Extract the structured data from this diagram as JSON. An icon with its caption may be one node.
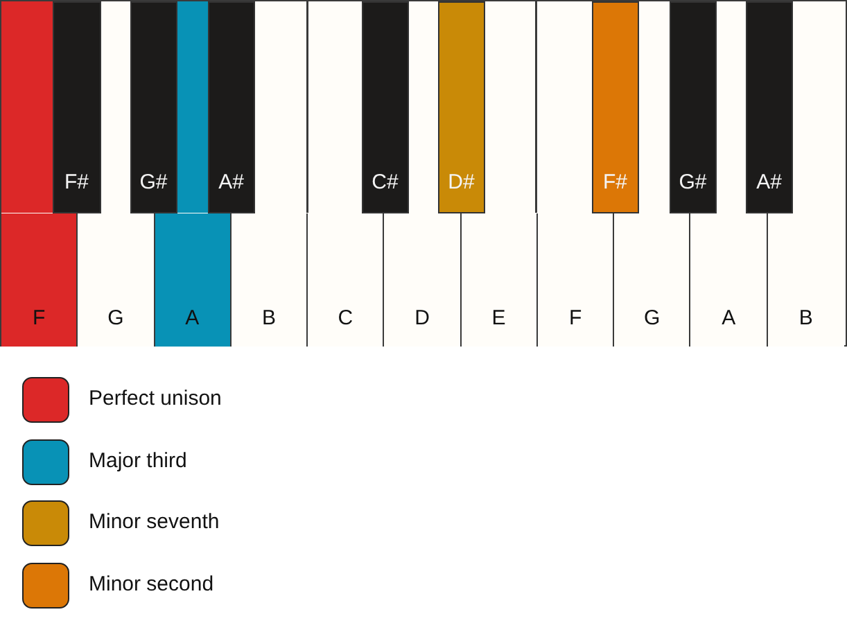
{
  "diagram": {
    "nodes": [
      {
        "text": [
          "F"
        ]
      },
      {
        "text": [
          "F#"
        ]
      },
      {
        "text": [
          "G"
        ]
      },
      {
        "text": [
          "G#"
        ]
      },
      {
        "text": [
          "A"
        ]
      },
      {
        "text": [
          "A#"
        ]
      },
      {
        "text": [
          "B"
        ]
      },
      {
        "text": [
          "C"
        ]
      },
      {
        "text": [
          "C#"
        ]
      },
      {
        "text": [
          "D"
        ]
      },
      {
        "text": [
          "D#"
        ]
      },
      {
        "text": [
          "E"
        ]
      },
      {
        "text": [
          "F"
        ]
      },
      {
        "text": [
          "F#"
        ]
      },
      {
        "text": [
          "G"
        ]
      },
      {
        "text": [
          "G#"
        ]
      },
      {
        "text": [
          "A"
        ]
      },
      {
        "text": [
          "A#"
        ]
      },
      {
        "text": [
          "B"
        ]
      }
    ],
    "legend": [
      {
        "text": "Perfect unison",
        "color": "#dc2828"
      },
      {
        "text": "Major third",
        "color": "#0892b6"
      },
      {
        "text": "Minor seventh",
        "color": "#c98a07"
      },
      {
        "text": "Minor second",
        "color": "#dc7706"
      }
    ]
  }
}
